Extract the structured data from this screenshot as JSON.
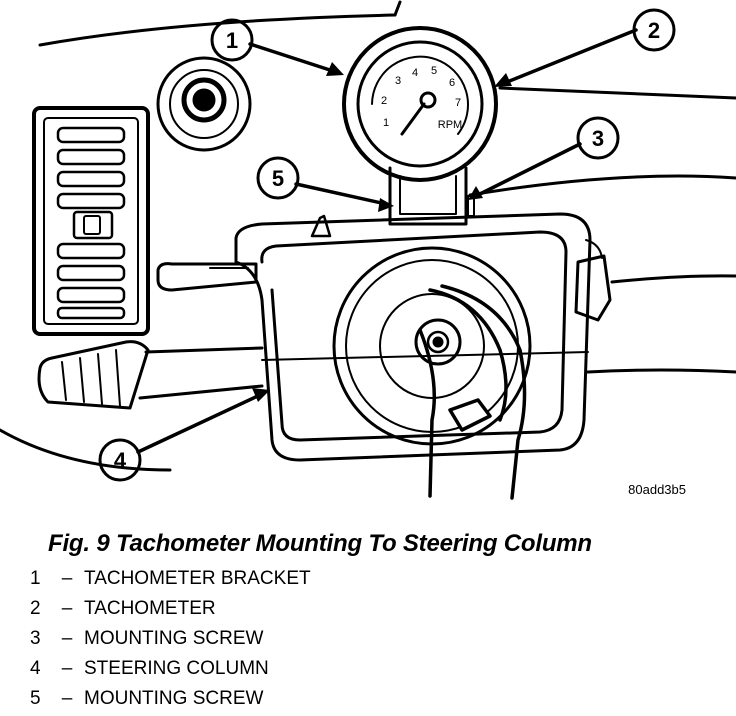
{
  "figure": {
    "image_id": "80add3b5",
    "caption": "Fig. 9 Tachometer Mounting To Steering Column",
    "gauge": {
      "unit_label": "RPM",
      "scale_numbers": [
        "1",
        "2",
        "3",
        "4",
        "5",
        "6",
        "7"
      ]
    },
    "callouts": [
      "1",
      "2",
      "3",
      "4",
      "5"
    ],
    "legend": [
      {
        "number": "1",
        "separator": "–",
        "label": "TACHOMETER BRACKET"
      },
      {
        "number": "2",
        "separator": "–",
        "label": "TACHOMETER"
      },
      {
        "number": "3",
        "separator": "–",
        "label": "MOUNTING SCREW"
      },
      {
        "number": "4",
        "separator": "–",
        "label": "STEERING COLUMN"
      },
      {
        "number": "5",
        "separator": "–",
        "label": "MOUNTING SCREW"
      }
    ]
  }
}
